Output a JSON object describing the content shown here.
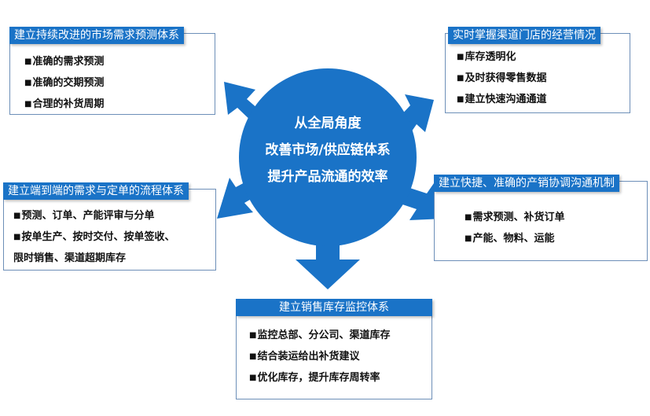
{
  "center": {
    "lines": [
      "从全局角度",
      "改善市场/供应链体系",
      "提升产品流通的效率"
    ]
  },
  "colors": {
    "hub": "#1a73c7",
    "title_bg": "#1a73c7",
    "border": "#6d8fb8"
  },
  "bullet_symbol": "■",
  "boxes": [
    {
      "id": "top-left",
      "title": "建立持续改进的市场需求预测体系",
      "items": [
        "准确的需求预测",
        "准确的交期预测",
        "合理的补货周期"
      ]
    },
    {
      "id": "top-right",
      "title": "实时掌握渠道门店的经营情况",
      "items": [
        "库存透明化",
        "及时获得零售数据",
        "建立快速沟通通道"
      ]
    },
    {
      "id": "middle-left",
      "title": "建立端到端的需求与定单的流程体系",
      "items": [
        "预测、订单、产能评审与分单",
        "按单生产、按时交付、按单签收、",
        "限时销售、渠道超期库存"
      ]
    },
    {
      "id": "middle-right",
      "title": "建立快捷、准确的产销协调沟通机制",
      "items": [
        "需求预测、补货订单",
        "产能、物料、运能"
      ]
    },
    {
      "id": "bottom",
      "title": "建立销售库存监控体系",
      "items": [
        "监控总部、分公司、渠道库存",
        "结合装运给出补货建议",
        "优化库存，提升库存周转率"
      ]
    }
  ]
}
